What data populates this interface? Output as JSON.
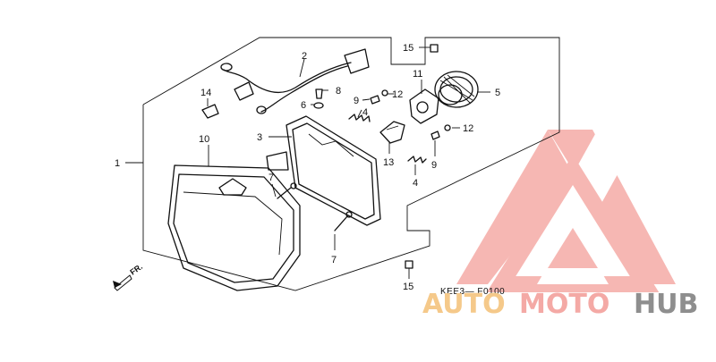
{
  "callouts": {
    "c1": "1",
    "c2": "2",
    "c3": "3",
    "c4a": "4",
    "c4b": "4",
    "c5": "5",
    "c6": "6",
    "c7a": "7",
    "c7b": "7",
    "c8": "8",
    "c9a": "9",
    "c9b": "9",
    "c10": "10",
    "c11": "11",
    "c12a": "12",
    "c12b": "12",
    "c13": "13",
    "c14": "14",
    "c15a": "15",
    "c15b": "15"
  },
  "front_label": "FR.",
  "diagram_code": "KEE3— F0100",
  "watermark": {
    "part1": "AUTO",
    "part2": "MOTO",
    "part3": "HUB",
    "color_auto": "#f5c98a",
    "color_moto": "#f4a9a5",
    "color_hub": "#8e8e8e",
    "logo_color": "#f28b82"
  }
}
